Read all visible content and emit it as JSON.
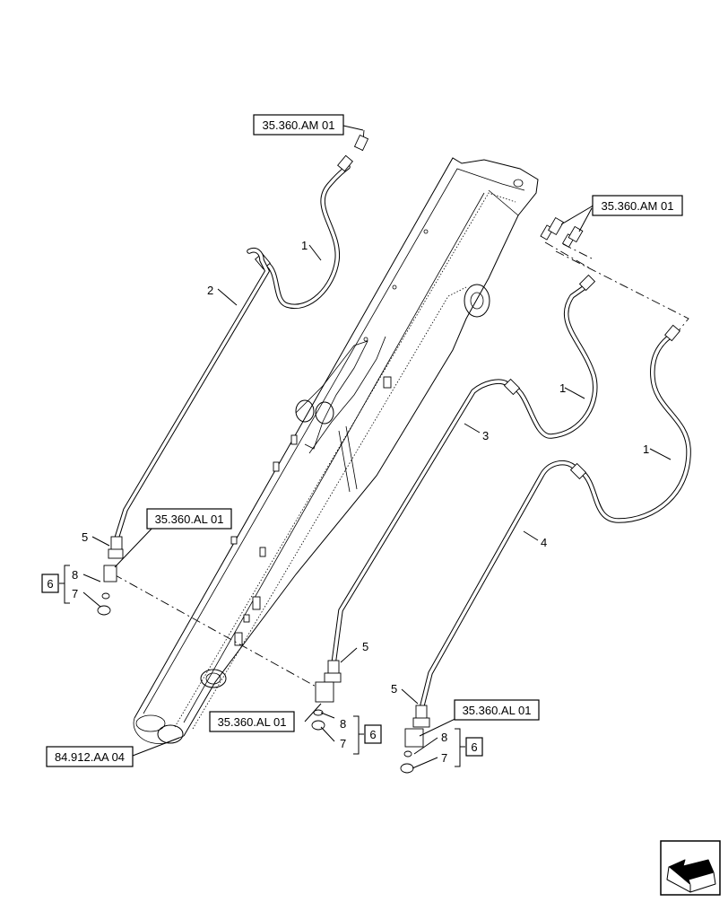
{
  "refs": {
    "am01_top": "35.360.AM 01",
    "am01_right": "35.360.AM 01",
    "al01_left": "35.360.AL 01",
    "al01_mid": "35.360.AL 01",
    "al01_right": "35.360.AL 01",
    "boom": "84.912.AA 04"
  },
  "callouts": {
    "hose_top": "1",
    "hose_mid": "1",
    "hose_right": "1",
    "tube_left": "2",
    "tube_mid": "3",
    "tube_right": "4",
    "fit_left": "5",
    "fit_mid": "5",
    "fit_right": "5",
    "seal_left": "8",
    "seal_mid": "8",
    "seal_right": "8",
    "plug_left": "7",
    "plug_mid": "7",
    "plug_right": "7",
    "kit_left": "6",
    "kit_mid": "6",
    "kit_right": "6"
  },
  "icons": [
    "direction-arrow-icon"
  ]
}
